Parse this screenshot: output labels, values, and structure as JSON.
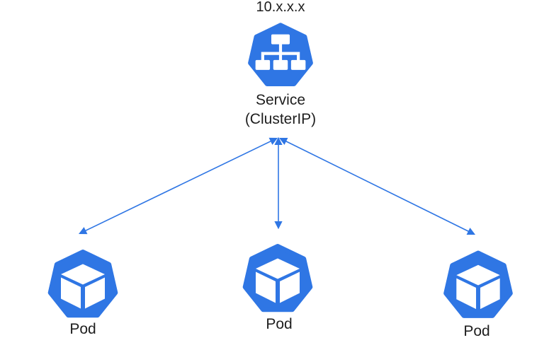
{
  "diagram": {
    "accent_color": "#2F76E4",
    "text_color": "#1e1e1e",
    "service": {
      "ip": "10.x.x.x",
      "label": "Service",
      "sublabel": "(ClusterIP)",
      "icon": "kubernetes-service-icon"
    },
    "pods": [
      {
        "label": "Pod",
        "icon": "kubernetes-pod-icon"
      },
      {
        "label": "Pod",
        "icon": "kubernetes-pod-icon"
      },
      {
        "label": "Pod",
        "icon": "kubernetes-pod-icon"
      }
    ],
    "connections": [
      {
        "from": "service",
        "to": "pod-1",
        "style": "double-headed-arrow"
      },
      {
        "from": "service",
        "to": "pod-2",
        "style": "double-headed-arrow"
      },
      {
        "from": "service",
        "to": "pod-3",
        "style": "double-headed-arrow"
      }
    ]
  }
}
